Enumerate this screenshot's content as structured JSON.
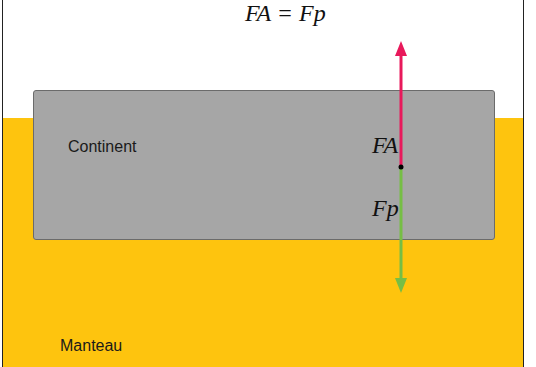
{
  "diagram": {
    "nodes": [
      {
        "text": [
          "Continent"
        ]
      },
      {
        "text": [
          "Manteau"
        ]
      }
    ],
    "labels": [
      "FA = Fp",
      "FA",
      "Fp"
    ]
  }
}
